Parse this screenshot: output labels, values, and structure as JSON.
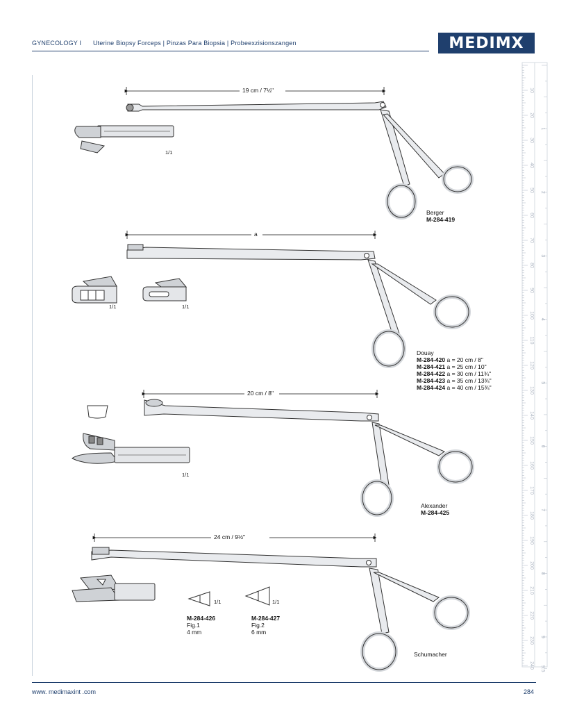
{
  "header": {
    "section": "GYNECOLOGY I",
    "subtitle": "Uterine Biopsy Forceps | Pinzas Para Biopsia | Probeexzisionszangen"
  },
  "logo": {
    "text": "MEDIMX"
  },
  "instruments": [
    {
      "name": "Berger",
      "dimension": "19 cm / 7½\"",
      "scale": "1/1",
      "codes": [
        "M-284-419"
      ]
    },
    {
      "name": "Douay",
      "dimension": "a",
      "scales": [
        "1/1",
        "1/1"
      ],
      "codes": [
        {
          "code": "M-284-420",
          "size": "a = 20 cm / 8\""
        },
        {
          "code": "M-284-421",
          "size": "a = 25 cm / 10\""
        },
        {
          "code": "M-284-422",
          "size": "a = 30 cm / 11¾\""
        },
        {
          "code": "M-284-423",
          "size": "a = 35 cm / 13¾\""
        },
        {
          "code": "M-284-424",
          "size": "a = 40 cm / 15¾\""
        }
      ]
    },
    {
      "name": "Alexander",
      "dimension": "20 cm / 8\"",
      "scale": "1/1",
      "codes": [
        "M-284-425"
      ]
    },
    {
      "name": "Schumacher",
      "dimension": "24 cm / 9½\"",
      "tips": [
        {
          "code": "M-284-426",
          "fig": "Fig.1",
          "size": "4 mm",
          "scale": "1/1"
        },
        {
          "code": "M-284-427",
          "fig": "Fig.2",
          "size": "6 mm",
          "scale": "1/1"
        }
      ]
    }
  ],
  "ruler": {
    "mm_labels": [
      "10",
      "20",
      "30",
      "40",
      "50",
      "60",
      "70",
      "80",
      "90",
      "100",
      "110",
      "120",
      "130",
      "140",
      "150",
      "160",
      "170",
      "180",
      "190",
      "200",
      "210",
      "220",
      "230",
      "240"
    ],
    "inch_labels": [
      "1",
      "2",
      "3",
      "4",
      "5",
      "6",
      "7",
      "8",
      "9",
      "9.5"
    ]
  },
  "footer": {
    "url": "www. medimaxint    .com",
    "page": "284"
  }
}
